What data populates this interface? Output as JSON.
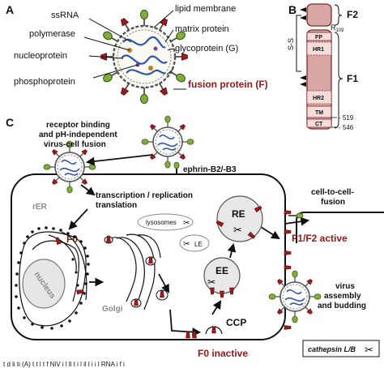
{
  "panel_a": {
    "letter": "A",
    "labels": {
      "ssrna": "ssRNA",
      "polymerase": "polymerase",
      "nucleoprotein": "nucleoprotein",
      "phosphoprotein": "phosphoprotein",
      "lipid_membrane": "lipid membrane",
      "matrix_protein": "matrix protein",
      "glycoprotein": "glycoprotein (G)",
      "fusion_protein": "fusion protein (F)"
    }
  },
  "panel_b": {
    "letter": "B",
    "f2": "F2",
    "f1": "F1",
    "ss": "S-S",
    "r109": "R",
    "r109_sub": "109",
    "domains": [
      "FP",
      "HR1",
      "HR2",
      "TM",
      "CT"
    ],
    "pos_519": "519",
    "pos_546": "546"
  },
  "panel_c": {
    "letter": "C",
    "receptor_text": [
      "receptor binding",
      "and pH-independent",
      "virus-cell fusion"
    ],
    "ephrin": "ephrin-B2/-B3",
    "transcription": [
      "transcription / replication",
      "translation"
    ],
    "rer": "rER",
    "f0": "F0",
    "lysosomes": "lysosomes",
    "le": "LE",
    "re": "RE",
    "ee": "EE",
    "nucleus": "nucleus",
    "golgi": "Golgi",
    "ccp": "CCP",
    "f0_inactive": "F0 inactive",
    "f1f2_active": "F1/F2 active",
    "cell_to_cell": [
      "cell-to-cell-",
      "fusion"
    ],
    "virus_assembly": [
      "virus",
      "assembly",
      "and budding"
    ],
    "cathepsin": "cathepsin L/B"
  },
  "caption": "t       d  li  ti   (A)  t    t   l       t     f  NiV     i l   ll    t   i l  il    l       i i l RNA    i        f  i"
}
